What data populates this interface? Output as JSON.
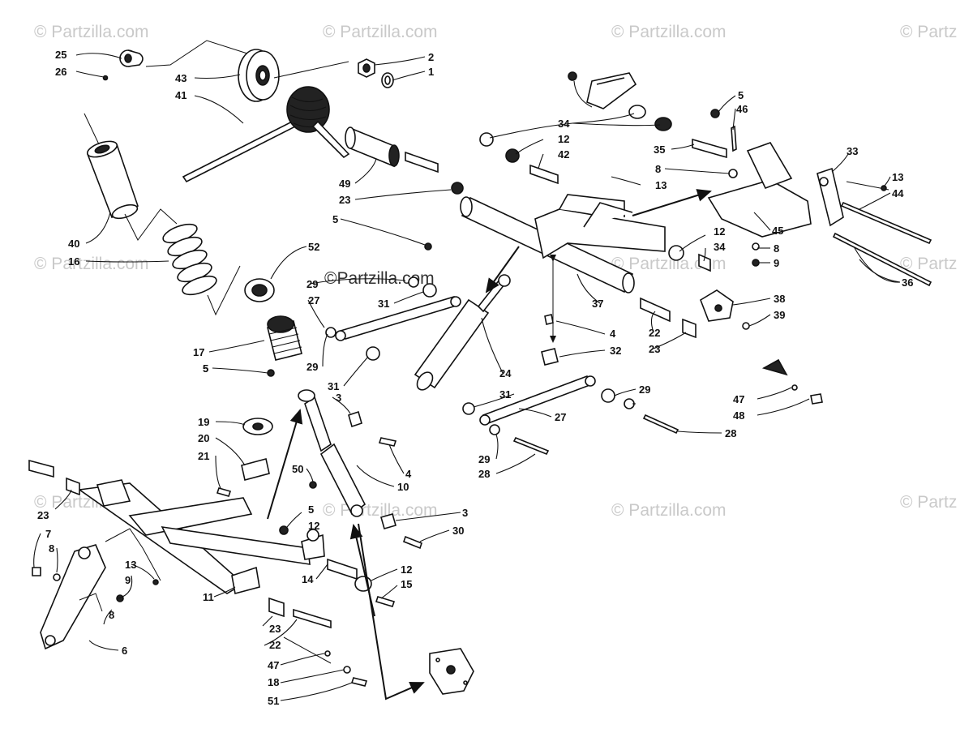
{
  "watermarks": [
    {
      "text": "© Partzilla.com"
    },
    {
      "text": "© Partzilla.com"
    },
    {
      "text": "© Partzilla.com"
    },
    {
      "text": "© Partz"
    },
    {
      "text": "© Partzilla.com"
    },
    {
      "text": "© Partzilla.com"
    },
    {
      "text": "© Partz"
    },
    {
      "text": "© Partzilla.com"
    },
    {
      "text": "© Partzilla.com"
    },
    {
      "text": "© Partzilla.com"
    },
    {
      "text": "© Partz"
    }
  ],
  "main_watermark": "©Partzilla.com",
  "callouts": [
    "25",
    "26",
    "43",
    "41",
    "2",
    "1",
    "40",
    "16",
    "52",
    "17",
    "5",
    "5",
    "46",
    "34",
    "12",
    "42",
    "35",
    "8",
    "13",
    "33",
    "13",
    "44",
    "49",
    "23",
    "5",
    "37",
    "12",
    "34",
    "8",
    "9",
    "45",
    "36",
    "38",
    "39",
    "29",
    "31",
    "27",
    "29",
    "31",
    "4",
    "32",
    "22",
    "23",
    "24",
    "5",
    "3",
    "4",
    "31",
    "29",
    "27",
    "28",
    "29",
    "28",
    "47",
    "48",
    "19",
    "20",
    "21",
    "50",
    "10",
    "3",
    "30",
    "23",
    "7",
    "8",
    "13",
    "9",
    "8",
    "5",
    "12",
    "12",
    "15",
    "14",
    "11",
    "6",
    "23",
    "22",
    "47",
    "18",
    "51"
  ]
}
